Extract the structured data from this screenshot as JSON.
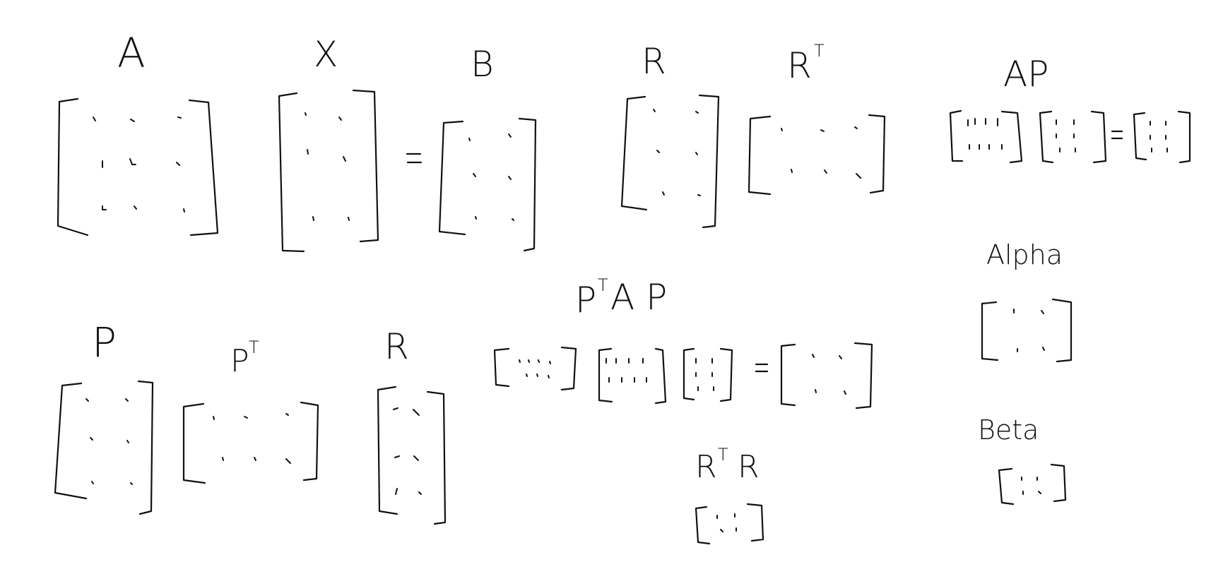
{
  "labels": {
    "A": "A",
    "X": "X",
    "B": "B",
    "R": "R",
    "RT_base": "R",
    "RT_sup": "T",
    "AP": "AP",
    "Alpha": "Alpha",
    "P": "P",
    "PT_base": "P",
    "PT_sup": "T",
    "R2": "R",
    "PTAP_p1": "P",
    "PTAP_sup": "T",
    "PTAP_rest": "A P",
    "Beta": "Beta",
    "RTR_base": "R",
    "RTR_sup": "T",
    "RTR_rest": "R",
    "equals": "="
  },
  "colors": {
    "ink": "#111111",
    "background": "#ffffff"
  }
}
